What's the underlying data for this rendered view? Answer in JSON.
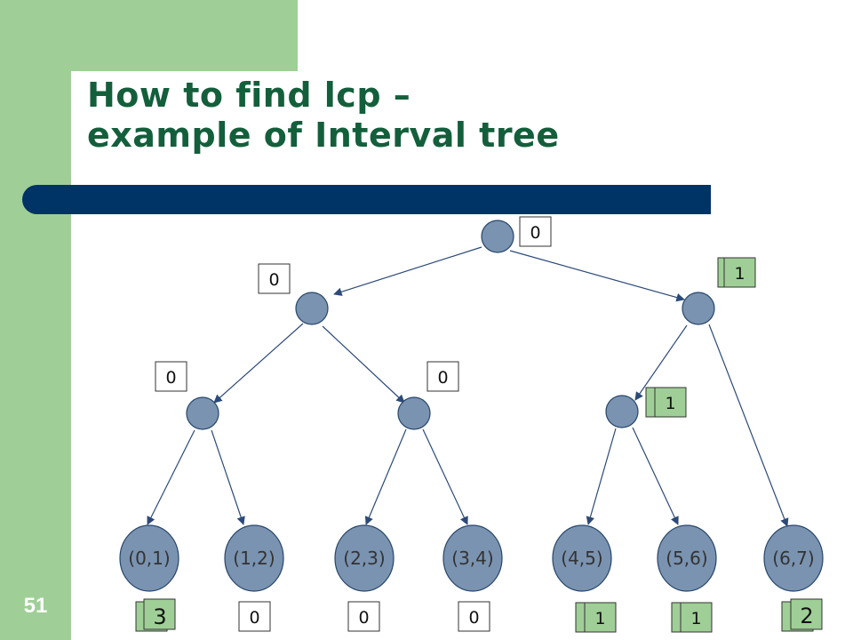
{
  "slide": {
    "title_line1": "How to find lcp –",
    "title_line2": "example of Interval tree",
    "number": "51"
  },
  "colors": {
    "accent_green": "#9fcf96",
    "title_green": "#135f3b",
    "rule_navy": "#003366",
    "node_fill": "#7a93b1"
  },
  "tree": {
    "internal_values": {
      "root": "0",
      "left": "0",
      "right": "1",
      "left_left": "0",
      "left_right": "0",
      "right_left": "1"
    },
    "leaves": [
      {
        "label": "(0,1)",
        "value": "3"
      },
      {
        "label": "(1,2)",
        "value": "0"
      },
      {
        "label": "(2,3)",
        "value": "0"
      },
      {
        "label": "(3,4)",
        "value": "0"
      },
      {
        "label": "(4,5)",
        "value": "1"
      },
      {
        "label": "(5,6)",
        "value": "1"
      },
      {
        "label": "(6,7)",
        "value": "2"
      }
    ]
  }
}
